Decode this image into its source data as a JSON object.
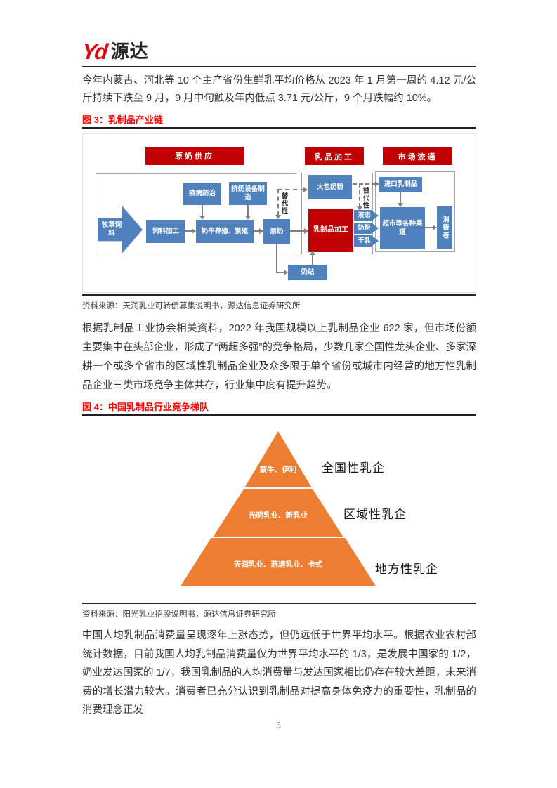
{
  "logo": {
    "symbol": "Yd",
    "name": "源达"
  },
  "intro": "今年内蒙古、河北等 10 个主产省份生鲜乳平均价格从 2023 年 1 月第一周的 4.12 元/公斤持续下跌至 9 月，9 月中旬触及年内低点 3.71 元/公斤，9 个月跌幅约 10%。",
  "figure3": {
    "title": "图 3：乳制品产业链",
    "source": "资料来源：天润乳业可转债募集说明书，源达信息证券研究所",
    "sections": [
      "原奶供应",
      "乳品加工",
      "市场流通"
    ],
    "substitution": "替代性",
    "nodes": {
      "pasture": "牧草饲料",
      "disease": "疫病防治",
      "equipment": "挤奶设备制造",
      "feed": "饲料加工",
      "breeding": "奶牛养殖、繁殖",
      "raw_milk": "原奶",
      "station": "奶站",
      "bulk_powder": "大包奶粉",
      "processing": "乳制品加工",
      "liquid": "液态",
      "powder": "奶粉",
      "dry_milk": "干乳",
      "imported": "进口乳制品",
      "channels": "超市等各种渠道",
      "consumer": "消费者"
    }
  },
  "para2": "根据乳制品工业协会相关资料，2022 年我国规模以上乳制品企业 622 家，但市场份额主要集中在头部企业，形成了“两超多强”的竞争格局，少数几家全国性龙头企业、多家深耕一个或多个省市的区域性乳制品企业及众多限于单个省份或城市内经营的地方性乳制品企业三类市场竞争主体共存，行业集中度有提升趋势。",
  "figure4": {
    "title": "图 4：中国乳制品行业竞争梯队",
    "source": "资料来源：阳光乳业招股说明书，源达信息证券研究所",
    "tiers": [
      {
        "companies": "蒙牛、伊利",
        "label": "全国性乳企"
      },
      {
        "companies": "光明乳业、新乳业",
        "label": "区域性乳企"
      },
      {
        "companies": "天润乳业、燕塘乳业、卡式",
        "label": "地方性乳企"
      }
    ]
  },
  "para3": "中国人均乳制品消费量呈现逐年上涨态势，但仍远低于世界平均水平。根据农业农村部统计数据，目前我国人均乳制品消费量仅为世界平均水平的 1/3，是发展中国家的 1/2，奶业发达国家的 1/7，我国乳制品的人均消费量与发达国家相比仍存在较大差距，未来消费的增长潜力较大。消费者已充分认识到乳制品对提高身体免疫力的重要性，乳制品的消费理念正发",
  "page_number": "5",
  "colors": {
    "logo_red": "#E60012",
    "figure_title_red": "#FF0000",
    "diagram_red": "#C00000",
    "diagram_blue": "#4F81BD",
    "pyramid_orange": "#ED7D31"
  }
}
